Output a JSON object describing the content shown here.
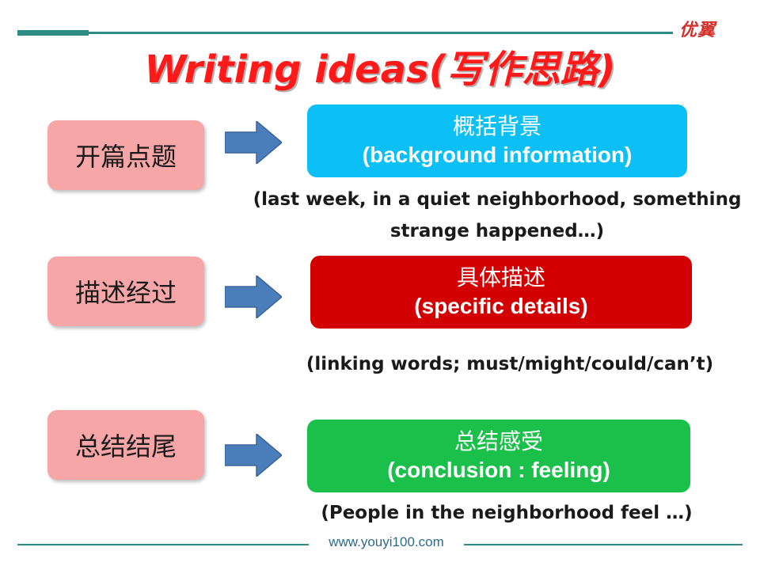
{
  "header": {
    "logo_text": "优翼",
    "title": "Writing ideas(写作思路)"
  },
  "rows": [
    {
      "left_label": "开篇点题",
      "box_cn": "概括背景",
      "box_en": "(background information)",
      "box_color": "#0cc0f5",
      "note_line1": "(last week, in a quiet neighborhood, something",
      "note_line2": "strange happened…)"
    },
    {
      "left_label": "描述经过",
      "box_cn": "具体描述",
      "box_en": "(specific details)",
      "box_color": "#d20000",
      "note_line1": "(linking words; must/might/could/can’t)"
    },
    {
      "left_label": "总结结尾",
      "box_cn": "总结感受",
      "box_en": "(conclusion : feeling)",
      "box_color": "#1ac04a",
      "note_line1": "(People in the neighborhood feel …)"
    }
  ],
  "footer": {
    "url": "www.youyi100.com"
  },
  "colors": {
    "title": "#ff1a1a",
    "left_box": "#f6a6a6",
    "arrow": "#4a7ebb",
    "rule": "#2e8b85"
  }
}
